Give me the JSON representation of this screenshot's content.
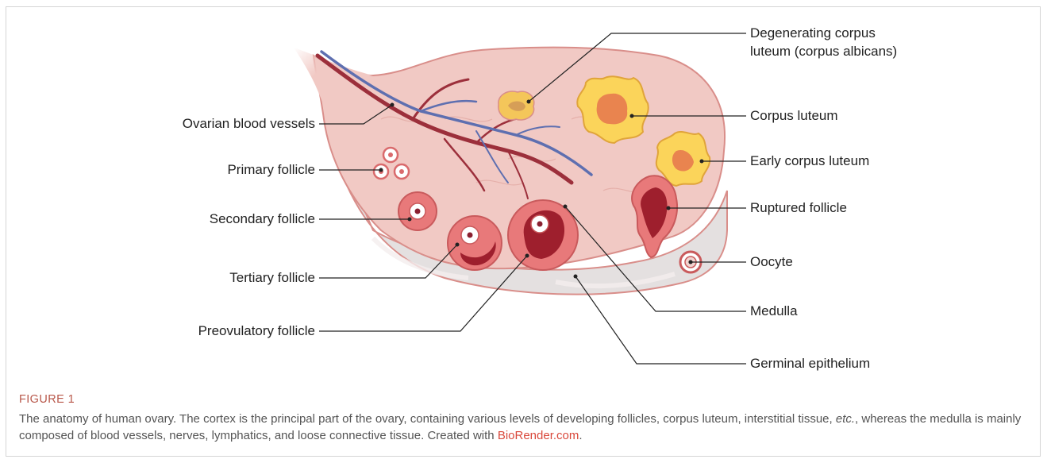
{
  "figure": {
    "labels": {
      "degenerating_line1": "Degenerating corpus",
      "degenerating_line2": "luteum (corpus albicans)",
      "corpus_luteum": "Corpus luteum",
      "early_corpus_luteum": "Early corpus luteum",
      "ruptured_follicle": "Ruptured follicle",
      "oocyte": "Oocyte",
      "medulla": "Medulla",
      "germinal_epithelium": "Germinal epithelium",
      "ovarian_blood_vessels": "Ovarian blood vessels",
      "primary_follicle": "Primary follicle",
      "secondary_follicle": "Secondary follicle",
      "tertiary_follicle": "Tertiary follicle",
      "preovulatory_follicle": "Preovulatory follicle"
    },
    "colors": {
      "tissue": "#f1c9c4",
      "capsule": "#e4e0e0",
      "outline": "#d98e8a",
      "follicle": "#e8797a",
      "luteum_yellow": "#fbd45a",
      "luteum_center": "#e9844f",
      "vessel_red": "#9c2f3b",
      "vessel_blue": "#5e6fb0",
      "leader": "#222222"
    }
  },
  "caption": {
    "title": "FIGURE 1",
    "text_part1": "The anatomy of human ovary. The cortex is the principal part of the ovary, containing various levels of developing follicles, corpus luteum, interstitial tissue, ",
    "text_em": "etc.",
    "text_part2": ", whereas the medulla is mainly composed of blood vessels, nerves, lymphatics, and loose connective tissue. Created with ",
    "link": "BioRender.com",
    "text_end": "."
  }
}
